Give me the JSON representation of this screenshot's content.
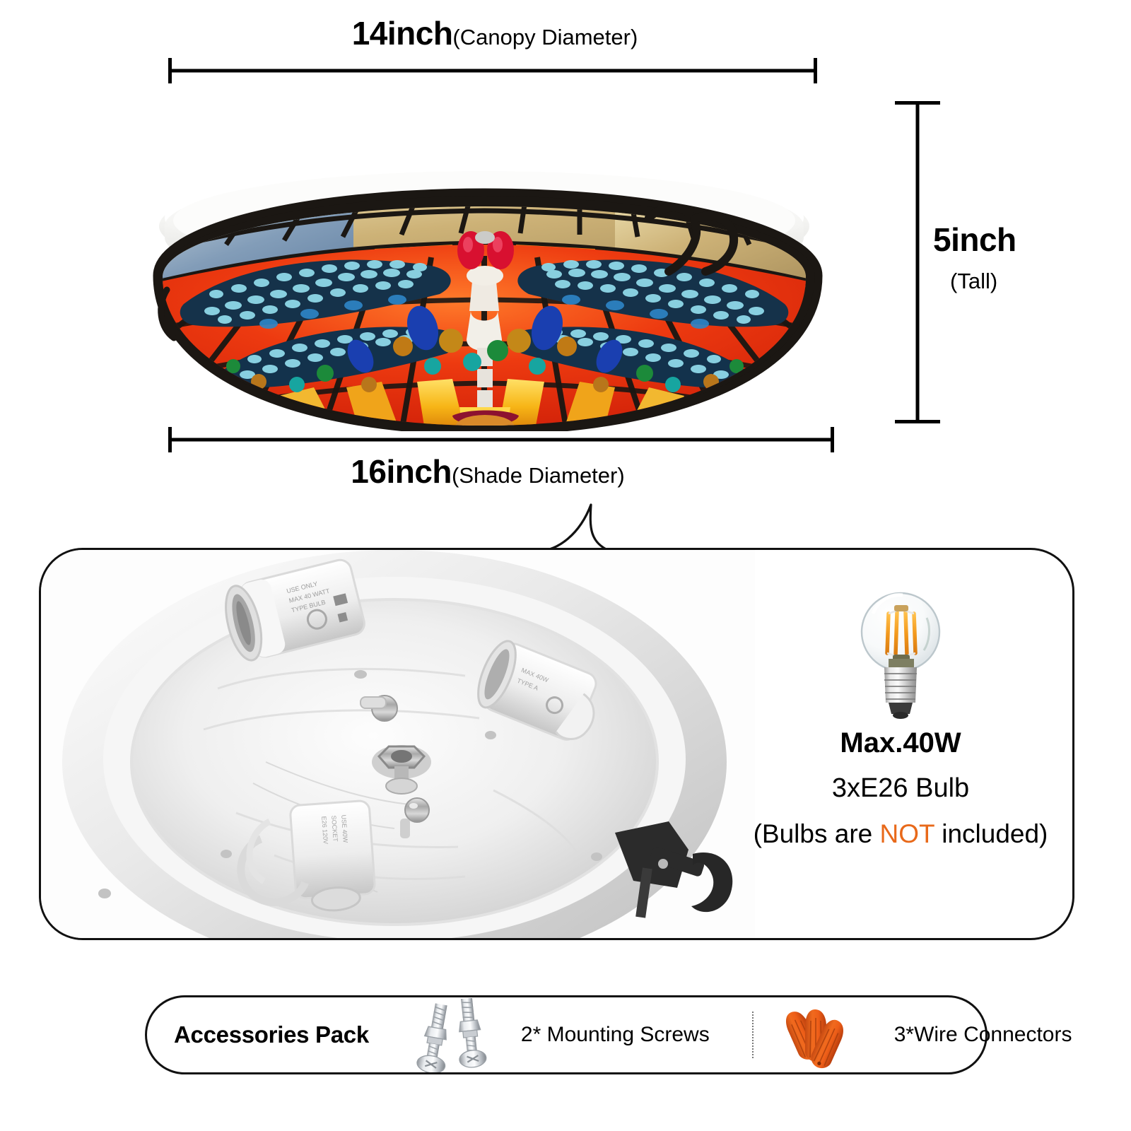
{
  "dimensions": {
    "canopy": {
      "value": "14inch",
      "note": "(Canopy Diameter)"
    },
    "shade": {
      "value": "16inch",
      "note": "(Shade Diameter)"
    },
    "height": {
      "value": "5inch",
      "note": "(Tall)"
    }
  },
  "product": {
    "name": "tiffany-dragonfly-flush-mount-ceiling-light",
    "shade_colors": [
      "#E23212",
      "#F26A15",
      "#F5A81C",
      "#F7D53A",
      "#2E6FD0",
      "#2FB7C4",
      "#C8B184",
      "#8FA8C4"
    ],
    "canopy_color": "#F2F2F0"
  },
  "bulb_spec": {
    "icon": "led-filament-globe-bulb",
    "max_watt": "Max.40W",
    "socket": "3xE26  Bulb",
    "disclaimer_prefix": "(Bulbs are ",
    "disclaimer_highlight": "NOT",
    "disclaimer_suffix": " included)",
    "highlight_color": "#E8691A"
  },
  "interior_photo": {
    "name": "fixture-interior-sockets-photo",
    "description": "grayscale photo of flush mount base plate with three E26 sockets and mounting hardware"
  },
  "accessories": {
    "title": "Accessories Pack",
    "items": [
      {
        "icon": "mounting-screws-icon",
        "label": "2* Mounting Screws"
      },
      {
        "icon": "wire-connectors-icon",
        "label": "3*Wire Connectors"
      }
    ]
  }
}
